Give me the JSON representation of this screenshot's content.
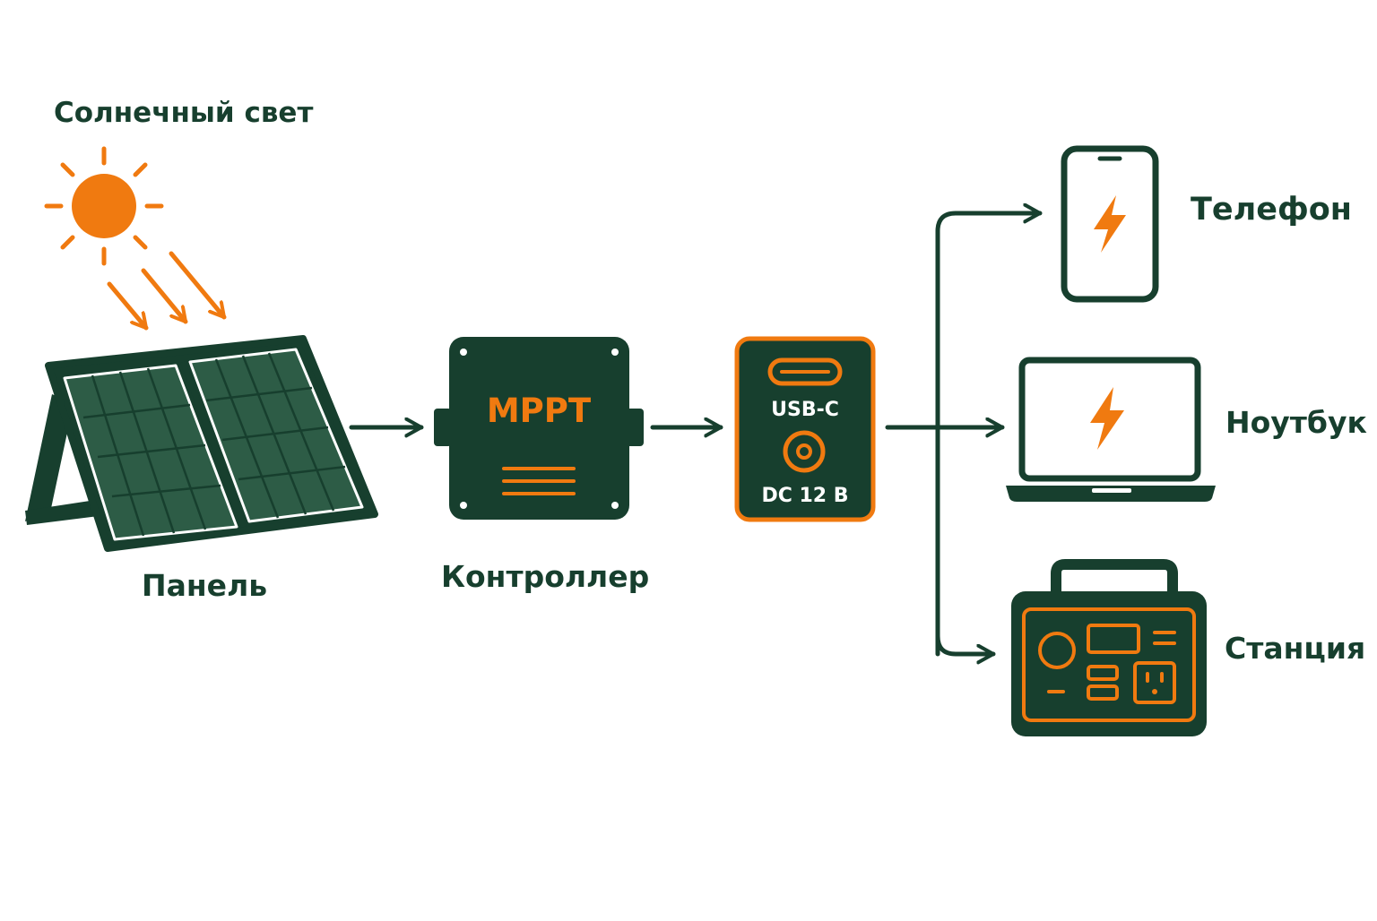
{
  "labels": {
    "sunlight": "Солнечный свет",
    "panel": "Панель",
    "controller": "Контроллер",
    "phone": "Телефон",
    "laptop": "Ноутбук",
    "station": "Станция"
  },
  "controller_box": {
    "text": "MPPT"
  },
  "ports_box": {
    "usb": "USB-C",
    "dc": "DC 12 В"
  },
  "colors": {
    "dark_green": "#173f2e",
    "orange": "#f07a10",
    "panel_cell": "#2d5c46",
    "background": "#ffffff"
  }
}
